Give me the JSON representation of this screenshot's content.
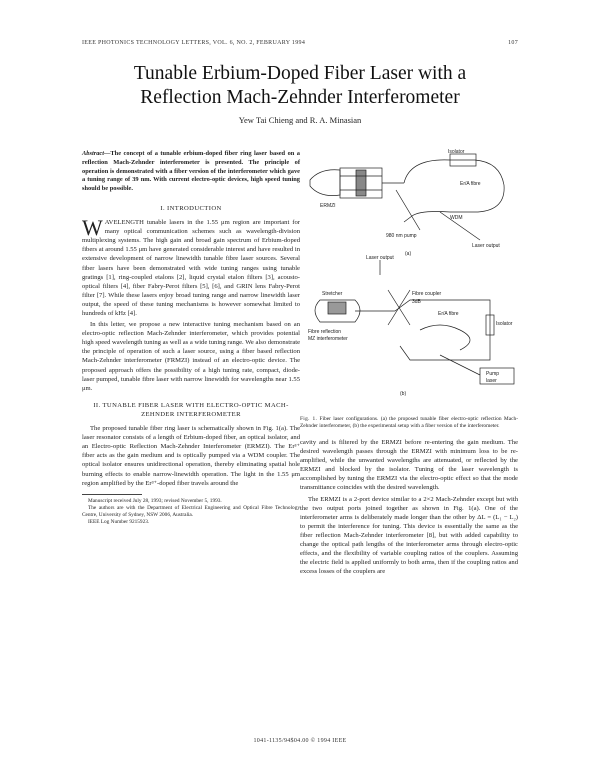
{
  "header": {
    "journal": "IEEE PHOTONICS TECHNOLOGY LETTERS, VOL. 6, NO. 2, FEBRUARY 1994",
    "page_number": "107"
  },
  "title": {
    "line1": "Tunable Erbium-Doped Fiber Laser with a",
    "line2": "Reflection Mach-Zehnder Interferometer"
  },
  "authors": "Yew Tai Chieng and R. A. Minasian",
  "abstract": {
    "lead": "Abstract",
    "text": "—The concept of a tunable erbium-doped fiber ring laser based on a reflection Mach-Zehnder interferometer is presented. The principle of operation is demonstrated with a fiber version of the interferometer which gave a tuning range of 39 nm. With current electro-optic devices, high speed tuning should be possible."
  },
  "section1": {
    "heading": "I. INTRODUCTION",
    "dropcap": "W",
    "p1": "AVELENGTH tunable lasers in the 1.55 μm region are important for many optical communication schemes such as wavelength-division multiplexing systems. The high gain and broad gain spectrum of Erbium-doped fibers at around 1.55 μm have generated considerable interest and have resulted in extensive development of narrow linewidth tunable fibre laser sources. Several fiber lasers have been demonstrated with wide tuning ranges using tunable gratings [1], ring-coupled etalons [2], liquid crystal etalon filters [3], acousto-optical filters [4], fiber Fabry-Perot filters [5], [6], and GRIN lens Fabry-Perot filter [7]. While these lasers enjoy broad tuning range and narrow linewidth laser output, the speed of these tuning mechanisms is however somewhat limited to hundreds of kHz [4].",
    "p2": "In this letter, we propose a new interactive tuning mechanism based on an electro-optic reflection Mach-Zehnder interferometer, which provides potential high speed wavelength tuning as well as a wide tuning range. We also demonstrate the principle of operation of such a laser source, using a fiber based reflection Mach-Zehnder interferometer (FRMZI) instead of an electro-optic device. The proposed approach offers the possibility of a high tuning rate, compact, diode-laser pumped, tunable fibre laser with narrow linewidth for wavelengths near 1.55 μm."
  },
  "section2": {
    "heading": "II. TUNABLE FIBER LASER WITH ELECTRO-OPTIC MACH-ZEHNDER INTERFEROMETER",
    "p1": "The proposed tunable fiber ring laser is schematically shown in Fig. 1(a). The laser resonator consists of a length of Erbium-doped fiber, an optical isolator, and an Electro-optic Reflection Mach-Zehnder Interferometer (ERMZI). The Er³⁺ fiber acts as the gain medium and is optically pumped via a WDM coupler. The optical isolator ensures unidirectional operation, thereby eliminating spatial hole burning effects to enable narrow-linewidth operation. The light in the 1.55 μm region amplified by the Er³⁺-doped fiber travels around the"
  },
  "footnotes": {
    "received": "Manuscript received July 28, 1993; revised November 5, 1993.",
    "affiliation": "The authors are with the Department of Electrical Engineering and Optical Fibre Technology Centre, University of Sydney, NSW 2006, Australia.",
    "log": "IEEE Log Number 9215923."
  },
  "figure": {
    "labels_a": {
      "isolator": "Isolator",
      "erfibre": "Er/A fibre",
      "ermzi": "ERMZI",
      "wdm": "WDM",
      "pump_in": "980 nm pump",
      "laser_out": "Laser output",
      "sub_a": "(a)"
    },
    "labels_b": {
      "laser_out": "Laser output",
      "stretcher": "Stretcher",
      "fibre_coupler": "Fibre coupler",
      "coupler_ratio": "3dB",
      "erfibre": "Er/A fibre",
      "isolator": "Isolator",
      "pump": "Pump",
      "pump2": "laser",
      "frmzi": "Fibre reflection",
      "frmzi2": "MZ interferometer",
      "sub_b": "(b)"
    }
  },
  "caption": {
    "num": "Fig. 1.",
    "text": "Fiber laser configurations. (a) the proposed tunable fiber electro-optic reflection Mach-Zehnder interferometer, (b) the experimental setup with a fiber version of the interferometer."
  },
  "right_text": {
    "p1": "cavity and is filtered by the ERMZI before re-entering the gain medium. The desired wavelength passes through the ERMZI with minimum loss to be re-amplified, while the unwanted wavelengths are attenuated, or reflected by the ERMZI and blocked by the isolator. Tuning of the laser wavelength is accomplished by tuning the ERMZI via the electro-optic effect so that the mode transmittance coincides with the desired wavelength.",
    "p2": "The ERMZI is a 2-port device similar to a 2×2 Mach-Zehnder except but with the two output ports joined together as shown in Fig. 1(a). One of the interferometer arms is deliberately made longer than the other by ΔL = (L₁ − L₂) to permit the interference for tuning. This device is essentially the same as the fiber reflection Mach-Zehnder interferometer [8], but with added capability to change the optical path lengths of the interferometer arms through electro-optic effects, and the flexibility of variable coupling ratios of the couplers. Assuming the electric field is applied uniformly to both arms, then if the coupling ratios and excess losses of the couplers are"
  },
  "footer": "1041-1135/94$04.00 © 1994 IEEE",
  "colors": {
    "ink": "#222222",
    "paper": "#ffffff"
  }
}
